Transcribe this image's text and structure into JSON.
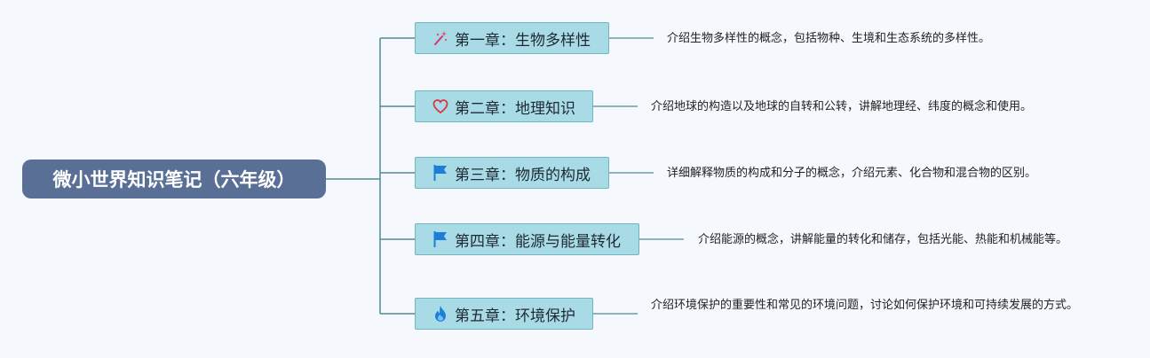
{
  "root": {
    "label": "微小世界知识笔记（六年级）"
  },
  "chapters": [
    {
      "label": "第一章：生物多样性",
      "icon": "magic-wand-icon",
      "desc": "介绍生物多样性的概念，包括物种、生境和生态系统的多样性。"
    },
    {
      "label": "第二章：地理知识",
      "icon": "heart-icon",
      "desc": "介绍地球的构造以及地球的自转和公转，讲解地理经、纬度的概念和使用。"
    },
    {
      "label": "第三章：物质的构成",
      "icon": "flag-icon",
      "desc": "详细解释物质的构成和分子的概念，介绍元素、化合物和混合物的区别。"
    },
    {
      "label": "第四章：能源与能量转化",
      "icon": "flag-icon",
      "desc": "介绍能源的概念，讲解能量的转化和储存，包括光能、热能和机械能等。"
    },
    {
      "label": "第五章：环境保护",
      "icon": "fire-icon",
      "desc": "介绍环境保护的重要性和常见的环境问题，讨论如何保护环境和可持续发展的方式。"
    }
  ],
  "colors": {
    "root_bg": "#5a6f96",
    "chapter_bg": "#a9dbe7",
    "chapter_border": "#6fb6c0",
    "connector": "#4e8d93",
    "background": "#f5f8fd"
  }
}
